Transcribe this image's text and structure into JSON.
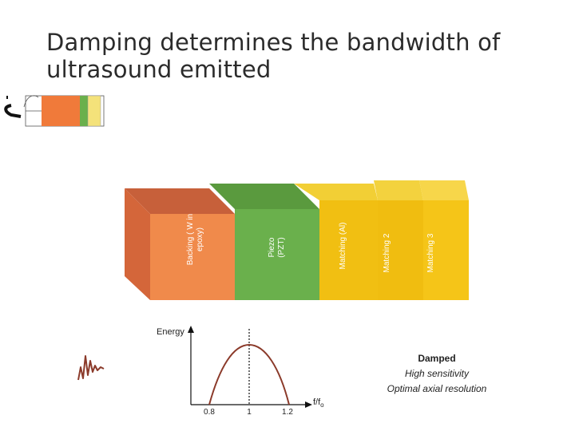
{
  "title": "Damping determines the bandwidth of ultrasound emitted",
  "layers": [
    {
      "label_line1": "Backing ( W in",
      "label_line2": "epoxy)",
      "color": "#f08a4b"
    },
    {
      "label_line1": "Piezo",
      "label_line2": "(PZT)",
      "color": "#6ab04c"
    },
    {
      "label_line1": "Matching (Al)",
      "label_line2": "",
      "color": "#f4c20d"
    },
    {
      "label_line1": "Matching 2",
      "label_line2": "",
      "color": "#f4c20d"
    },
    {
      "label_line1": "Matching 3",
      "label_line2": "",
      "color": "#f4c20d"
    }
  ],
  "spectrum": {
    "ylabel": "Energy",
    "xlabel_main": "f/f",
    "xlabel_sub": "o",
    "ticks": [
      "0.8",
      "1",
      "1.2"
    ]
  },
  "caption": {
    "title": "Damped",
    "line1": "High sensitivity",
    "line2": "Optimal axial resolution"
  },
  "colors": {
    "backing": "#f08a4b",
    "piezo": "#6ab04c",
    "matching": "#f4c20d",
    "curve": "#8b3a2a"
  }
}
